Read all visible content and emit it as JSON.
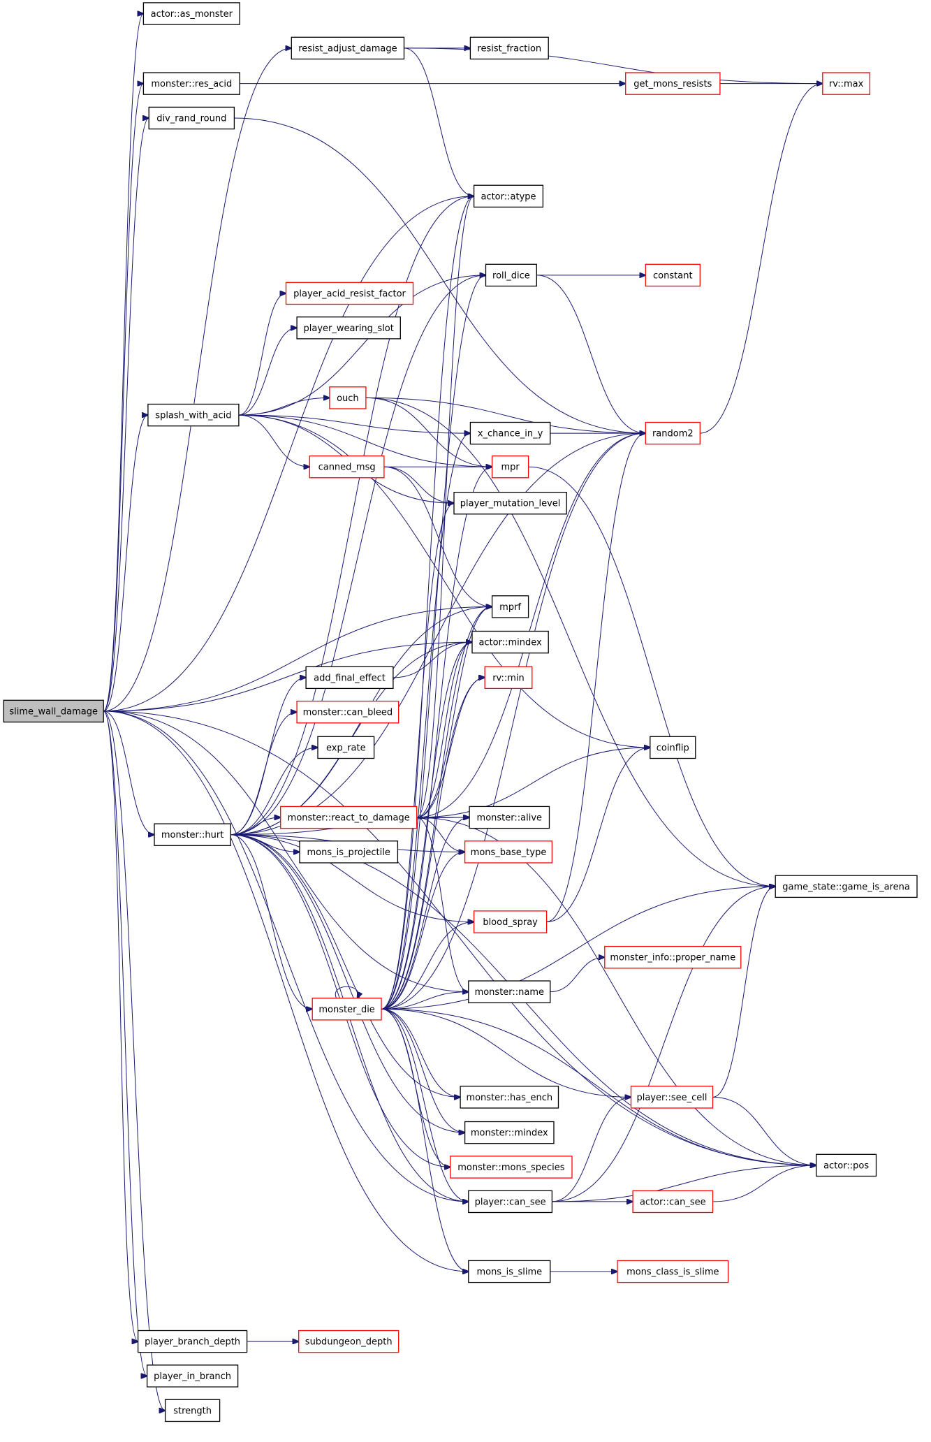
{
  "graph": {
    "colors": {
      "edge": "#191970",
      "node_border_default": "#000000",
      "node_border_truncated": "#ff0000",
      "root_fill": "#bfbfbf",
      "node_fill": "#ffffff"
    },
    "nodes": [
      {
        "id": "root",
        "label": "slime_wall_damage",
        "style": "root"
      },
      {
        "id": "as_monster",
        "label": "actor::as_monster",
        "style": "normal"
      },
      {
        "id": "resist_adjust_damage",
        "label": "resist_adjust_damage",
        "style": "normal"
      },
      {
        "id": "resist_fraction",
        "label": "resist_fraction",
        "style": "normal"
      },
      {
        "id": "rv_max",
        "label": "rv::max",
        "style": "truncated"
      },
      {
        "id": "res_acid",
        "label": "monster::res_acid",
        "style": "normal"
      },
      {
        "id": "get_mons_resists",
        "label": "get_mons_resists",
        "style": "truncated"
      },
      {
        "id": "div_rand_round",
        "label": "div_rand_round",
        "style": "normal"
      },
      {
        "id": "atype",
        "label": "actor::atype",
        "style": "normal"
      },
      {
        "id": "roll_dice",
        "label": "roll_dice",
        "style": "normal"
      },
      {
        "id": "constant",
        "label": "constant",
        "style": "truncated"
      },
      {
        "id": "player_acid_resist_factor",
        "label": "player_acid_resist_factor",
        "style": "truncated"
      },
      {
        "id": "player_wearing_slot",
        "label": "player_wearing_slot",
        "style": "normal"
      },
      {
        "id": "ouch",
        "label": "ouch",
        "style": "truncated"
      },
      {
        "id": "splash_with_acid",
        "label": "splash_with_acid",
        "style": "normal"
      },
      {
        "id": "x_chance_in_y",
        "label": "x_chance_in_y",
        "style": "normal"
      },
      {
        "id": "random2",
        "label": "random2",
        "style": "truncated"
      },
      {
        "id": "canned_msg",
        "label": "canned_msg",
        "style": "truncated"
      },
      {
        "id": "mpr",
        "label": "mpr",
        "style": "truncated"
      },
      {
        "id": "player_mutation_level",
        "label": "player_mutation_level",
        "style": "normal"
      },
      {
        "id": "mprf",
        "label": "mprf",
        "style": "normal"
      },
      {
        "id": "mindex",
        "label": "actor::mindex",
        "style": "normal"
      },
      {
        "id": "add_final_effect",
        "label": "add_final_effect",
        "style": "normal"
      },
      {
        "id": "rv_min",
        "label": "rv::min",
        "style": "truncated"
      },
      {
        "id": "can_bleed",
        "label": "monster::can_bleed",
        "style": "truncated"
      },
      {
        "id": "exp_rate",
        "label": "exp_rate",
        "style": "normal"
      },
      {
        "id": "coinflip",
        "label": "coinflip",
        "style": "normal"
      },
      {
        "id": "hurt",
        "label": "monster::hurt",
        "style": "normal"
      },
      {
        "id": "react_to_damage",
        "label": "monster::react_to_damage",
        "style": "truncated"
      },
      {
        "id": "alive",
        "label": "monster::alive",
        "style": "normal"
      },
      {
        "id": "mons_is_projectile",
        "label": "mons_is_projectile",
        "style": "normal"
      },
      {
        "id": "mons_base_type",
        "label": "mons_base_type",
        "style": "truncated"
      },
      {
        "id": "game_is_arena",
        "label": "game_state::game_is_arena",
        "style": "normal"
      },
      {
        "id": "blood_spray",
        "label": "blood_spray",
        "style": "truncated"
      },
      {
        "id": "proper_name",
        "label": "monster_info::proper_name",
        "style": "truncated"
      },
      {
        "id": "monster_die",
        "label": "monster_die",
        "style": "truncated"
      },
      {
        "id": "mon_name",
        "label": "monster::name",
        "style": "normal"
      },
      {
        "id": "has_ench",
        "label": "monster::has_ench",
        "style": "normal"
      },
      {
        "id": "see_cell",
        "label": "player::see_cell",
        "style": "truncated"
      },
      {
        "id": "mon_mindex",
        "label": "monster::mindex",
        "style": "normal"
      },
      {
        "id": "mons_species",
        "label": "monster::mons_species",
        "style": "truncated"
      },
      {
        "id": "actor_pos",
        "label": "actor::pos",
        "style": "normal"
      },
      {
        "id": "player_can_see",
        "label": "player::can_see",
        "style": "normal"
      },
      {
        "id": "actor_can_see",
        "label": "actor::can_see",
        "style": "truncated"
      },
      {
        "id": "mons_is_slime",
        "label": "mons_is_slime",
        "style": "normal"
      },
      {
        "id": "mons_class_is_slime",
        "label": "mons_class_is_slime",
        "style": "truncated"
      },
      {
        "id": "player_branch_depth",
        "label": "player_branch_depth",
        "style": "normal"
      },
      {
        "id": "subdungeon_depth",
        "label": "subdungeon_depth",
        "style": "truncated"
      },
      {
        "id": "player_in_branch",
        "label": "player_in_branch",
        "style": "normal"
      },
      {
        "id": "strength",
        "label": "strength",
        "style": "normal"
      }
    ],
    "edges": [
      [
        "root",
        "as_monster"
      ],
      [
        "root",
        "resist_adjust_damage"
      ],
      [
        "root",
        "res_acid"
      ],
      [
        "root",
        "div_rand_round"
      ],
      [
        "root",
        "atype"
      ],
      [
        "root",
        "splash_with_acid"
      ],
      [
        "root",
        "mprf"
      ],
      [
        "root",
        "mindex"
      ],
      [
        "root",
        "hurt"
      ],
      [
        "root",
        "mon_name"
      ],
      [
        "root",
        "player_can_see"
      ],
      [
        "root",
        "mons_is_slime"
      ],
      [
        "root",
        "actor_pos"
      ],
      [
        "root",
        "player_branch_depth"
      ],
      [
        "root",
        "player_in_branch"
      ],
      [
        "root",
        "strength"
      ],
      [
        "resist_adjust_damage",
        "resist_fraction"
      ],
      [
        "resist_adjust_damage",
        "rv_max"
      ],
      [
        "resist_adjust_damage",
        "atype"
      ],
      [
        "res_acid",
        "get_mons_resists"
      ],
      [
        "get_mons_resists",
        "rv_max"
      ],
      [
        "div_rand_round",
        "random2"
      ],
      [
        "roll_dice",
        "constant"
      ],
      [
        "roll_dice",
        "random2"
      ],
      [
        "random2",
        "rv_max"
      ],
      [
        "splash_with_acid",
        "roll_dice"
      ],
      [
        "splash_with_acid",
        "player_acid_resist_factor"
      ],
      [
        "splash_with_acid",
        "player_wearing_slot"
      ],
      [
        "splash_with_acid",
        "ouch"
      ],
      [
        "splash_with_acid",
        "x_chance_in_y"
      ],
      [
        "splash_with_acid",
        "canned_msg"
      ],
      [
        "splash_with_acid",
        "mpr"
      ],
      [
        "splash_with_acid",
        "player_mutation_level"
      ],
      [
        "splash_with_acid",
        "coinflip"
      ],
      [
        "ouch",
        "random2"
      ],
      [
        "ouch",
        "mpr"
      ],
      [
        "ouch",
        "game_is_arena"
      ],
      [
        "x_chance_in_y",
        "random2"
      ],
      [
        "canned_msg",
        "mpr"
      ],
      [
        "canned_msg",
        "player_mutation_level"
      ],
      [
        "canned_msg",
        "mprf"
      ],
      [
        "mpr",
        "game_is_arena"
      ],
      [
        "hurt",
        "atype"
      ],
      [
        "hurt",
        "roll_dice"
      ],
      [
        "hurt",
        "random2"
      ],
      [
        "hurt",
        "mprf"
      ],
      [
        "hurt",
        "mindex"
      ],
      [
        "hurt",
        "add_final_effect"
      ],
      [
        "hurt",
        "can_bleed"
      ],
      [
        "hurt",
        "exp_rate"
      ],
      [
        "hurt",
        "react_to_damage"
      ],
      [
        "hurt",
        "mons_is_projectile"
      ],
      [
        "hurt",
        "alive"
      ],
      [
        "hurt",
        "mons_base_type"
      ],
      [
        "hurt",
        "blood_spray"
      ],
      [
        "hurt",
        "monster_die"
      ],
      [
        "hurt",
        "has_ench"
      ],
      [
        "hurt",
        "mon_mindex"
      ],
      [
        "hurt",
        "mons_species"
      ],
      [
        "hurt",
        "player_can_see"
      ],
      [
        "hurt",
        "actor_pos"
      ],
      [
        "add_final_effect",
        "mindex"
      ],
      [
        "react_to_damage",
        "atype"
      ],
      [
        "react_to_damage",
        "mprf"
      ],
      [
        "react_to_damage",
        "mindex"
      ],
      [
        "react_to_damage",
        "rv_min"
      ],
      [
        "react_to_damage",
        "coinflip"
      ],
      [
        "react_to_damage",
        "alive"
      ],
      [
        "react_to_damage",
        "mons_base_type"
      ],
      [
        "react_to_damage",
        "mon_name"
      ],
      [
        "react_to_damage",
        "actor_pos"
      ],
      [
        "react_to_damage",
        "random2"
      ],
      [
        "blood_spray",
        "random2"
      ],
      [
        "blood_spray",
        "coinflip"
      ],
      [
        "monster_die",
        "monster_die"
      ],
      [
        "monster_die",
        "atype"
      ],
      [
        "monster_die",
        "x_chance_in_y"
      ],
      [
        "monster_die",
        "mpr"
      ],
      [
        "monster_die",
        "player_mutation_level"
      ],
      [
        "monster_die",
        "mprf"
      ],
      [
        "monster_die",
        "mindex"
      ],
      [
        "monster_die",
        "rv_min"
      ],
      [
        "monster_die",
        "alive"
      ],
      [
        "monster_die",
        "mons_base_type"
      ],
      [
        "monster_die",
        "blood_spray"
      ],
      [
        "monster_die",
        "game_is_arena"
      ],
      [
        "monster_die",
        "mon_name"
      ],
      [
        "monster_die",
        "has_ench"
      ],
      [
        "monster_die",
        "see_cell"
      ],
      [
        "monster_die",
        "mon_mindex"
      ],
      [
        "monster_die",
        "mons_species"
      ],
      [
        "monster_die",
        "actor_pos"
      ],
      [
        "monster_die",
        "player_can_see"
      ],
      [
        "monster_die",
        "mons_is_slime"
      ],
      [
        "monster_die",
        "random2"
      ],
      [
        "monster_die",
        "roll_dice"
      ],
      [
        "mon_name",
        "proper_name"
      ],
      [
        "see_cell",
        "game_is_arena"
      ],
      [
        "see_cell",
        "actor_pos"
      ],
      [
        "player_can_see",
        "see_cell"
      ],
      [
        "player_can_see",
        "actor_can_see"
      ],
      [
        "player_can_see",
        "actor_pos"
      ],
      [
        "player_can_see",
        "game_is_arena"
      ],
      [
        "actor_can_see",
        "actor_pos"
      ],
      [
        "mons_is_slime",
        "mons_class_is_slime"
      ],
      [
        "player_branch_depth",
        "subdungeon_depth"
      ]
    ]
  }
}
